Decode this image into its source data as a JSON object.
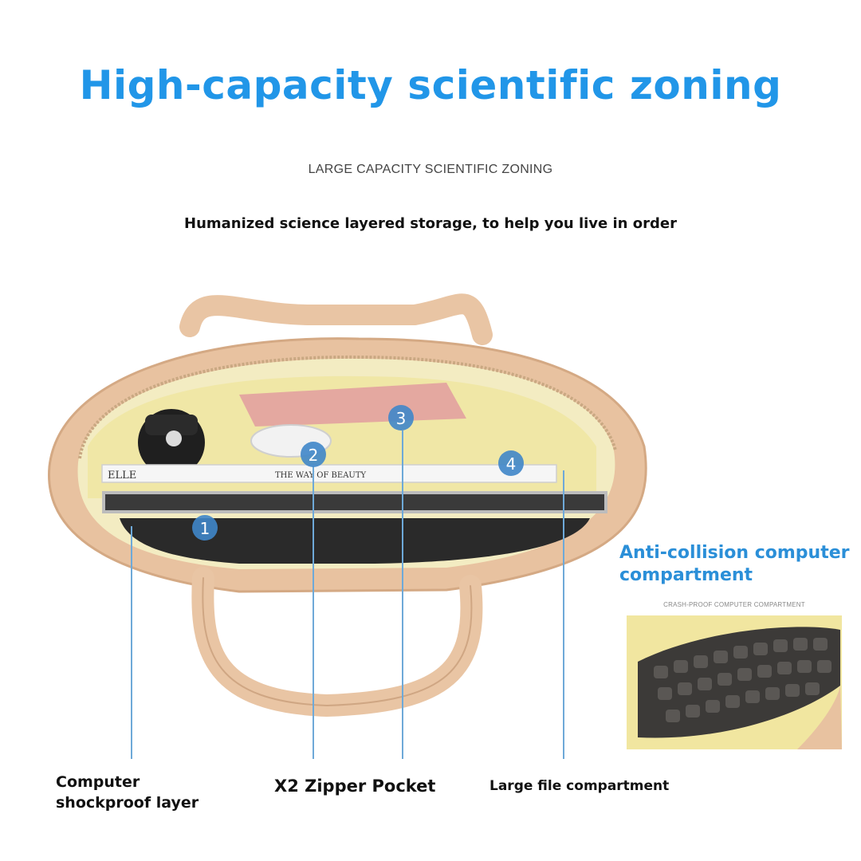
{
  "headline": "High-capacity scientific zoning",
  "subheadline": "LARGE CAPACITY SCIENTIFIC ZONING",
  "tagline": "Humanized science layered storage, to help you live in order",
  "book_labels": {
    "brand": "ELLE",
    "title": "THE WAY OF BEAUTY"
  },
  "markers": [
    "1",
    "2",
    "3",
    "4"
  ],
  "callout": {
    "title": "Anti-collision computer compartment",
    "subtitle": "CRASH-PROOF COMPUTER COMPARTMENT"
  },
  "labels": {
    "computer_layer": "Computer shockproof layer",
    "zipper_pocket": "X2 Zipper Pocket",
    "file_compartment": "Large file compartment"
  },
  "colors": {
    "accent_blue": "#2196e8",
    "marker_blue": "#3f86c9",
    "bag_tan": "#e8c2a0",
    "lining_yellow": "#f0e7a6"
  }
}
